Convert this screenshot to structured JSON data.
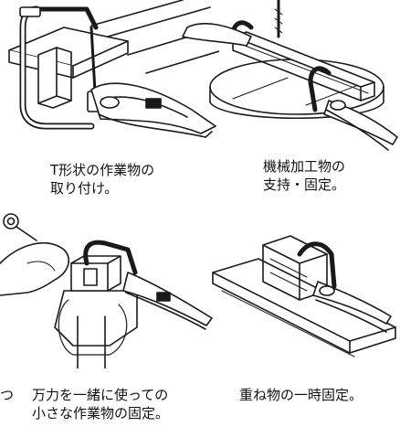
{
  "captions": {
    "tshape": {
      "line1": "T形状の作業物の",
      "line2": "取り付け。"
    },
    "machining": {
      "line1": "機械加工物の",
      "line2": "支持・固定。"
    },
    "edge_fragment": "つ",
    "small_parts": {
      "line1": "万力を一緒に使っての",
      "line2": "小さな作業物の固定。"
    },
    "overlap": "重ね物の一時固定。"
  },
  "colors": {
    "ink": "#1a1a1a",
    "paper": "#ffffff",
    "shade": "#dcdcdc"
  }
}
